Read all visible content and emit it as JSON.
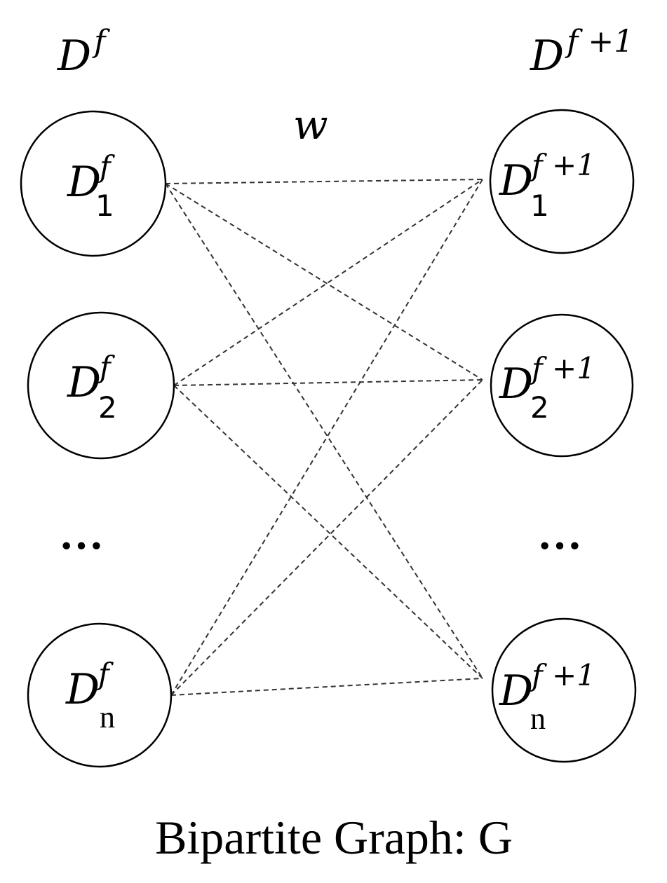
{
  "diagram": {
    "caption": "Bipartite Graph: G",
    "edge_label": "w",
    "ellipsis": "···",
    "left_set": {
      "base": "D",
      "sup": "f"
    },
    "right_set": {
      "base": "D",
      "sup": "f +1"
    },
    "left_nodes": [
      {
        "id": "left-1",
        "base": "D",
        "sup": "f",
        "sub": "1"
      },
      {
        "id": "left-2",
        "base": "D",
        "sup": "f",
        "sub": "2"
      },
      {
        "id": "left-n",
        "base": "D",
        "sup": "f",
        "sub": "n"
      }
    ],
    "right_nodes": [
      {
        "id": "right-1",
        "base": "D",
        "sup": "f +1",
        "sub": "1"
      },
      {
        "id": "right-2",
        "base": "D",
        "sup": "f +1",
        "sub": "2"
      },
      {
        "id": "right-n",
        "base": "D",
        "sup": "f +1",
        "sub": "n"
      }
    ],
    "edges": [
      [
        "left-1",
        "right-1"
      ],
      [
        "left-1",
        "right-2"
      ],
      [
        "left-1",
        "right-n"
      ],
      [
        "left-2",
        "right-1"
      ],
      [
        "left-2",
        "right-2"
      ],
      [
        "left-2",
        "right-n"
      ],
      [
        "left-n",
        "right-1"
      ],
      [
        "left-n",
        "right-2"
      ],
      [
        "left-n",
        "right-n"
      ]
    ],
    "edge_style": "dashed",
    "colors": {
      "stroke": "#000000",
      "edge": "#333333",
      "background": "#ffffff"
    }
  }
}
